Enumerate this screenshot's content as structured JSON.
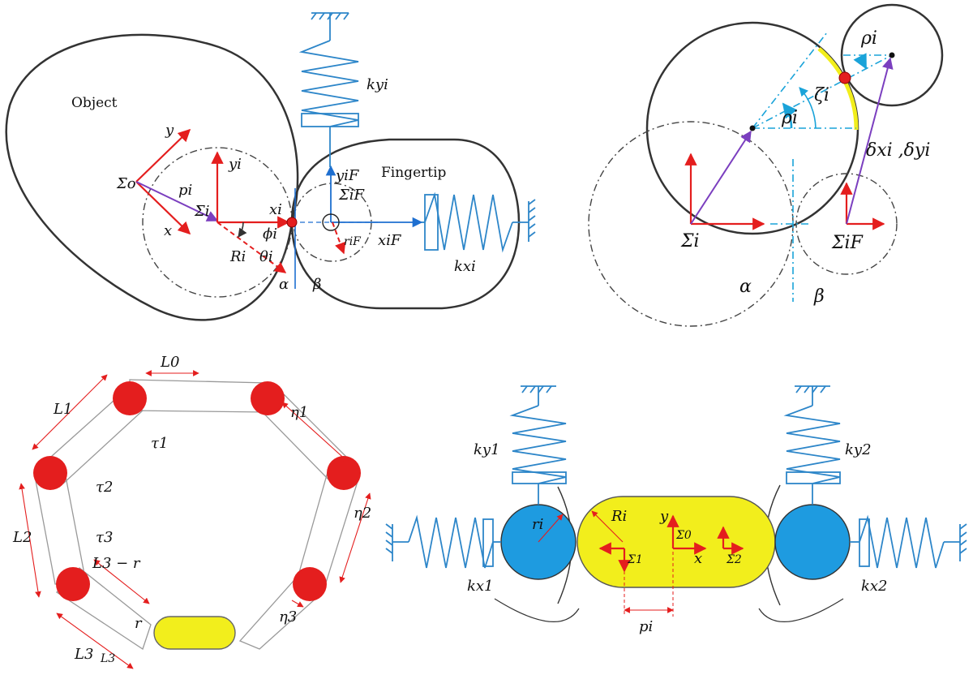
{
  "panel_a": {
    "object_label": "Object",
    "fingertip_label": "Fingertip",
    "sigma_o": "Σo",
    "y": "y",
    "x": "x",
    "p_i": "pi",
    "y_i": "yi",
    "sigma_i": "Σi",
    "x_i": "xi",
    "phi_i": "ϕi",
    "R_i": "Ri",
    "theta_i": "θi",
    "alpha": "α",
    "beta": "β",
    "y_i_F": "yiF",
    "sigma_i_F": "ΣiF",
    "r_i_F": "riF",
    "x_i_F": "xiF",
    "k_yi": "kyi",
    "k_xi": "kxi"
  },
  "panel_b": {
    "rho_i_top": "ρi",
    "zeta_i": "ζi",
    "rho_i": "ρi",
    "delta": "δxi ,δyi",
    "sigma_i": "Σi",
    "sigma_i_F": "ΣiF",
    "alpha": "α",
    "beta": "β"
  },
  "panel_c": {
    "L0": "L0",
    "L1": "L1",
    "L2": "L2",
    "L3": "L3",
    "L3_small": "L3",
    "L3_minus_r": "L3 − r",
    "r": "r",
    "tau1": "τ1",
    "tau2": "τ2",
    "tau3": "τ3",
    "eta1": "η1",
    "eta2": "η2",
    "eta3": "η3"
  },
  "panel_d": {
    "k_y1": "ky1",
    "k_y2": "ky2",
    "k_x1": "kx1",
    "k_x2": "kx2",
    "r_i": "ri",
    "R_i": "Ri",
    "y": "y",
    "x": "x",
    "sigma_1": "Σ1",
    "sigma_0": "Σ0",
    "sigma_2": "Σ2",
    "p_i": "pi"
  },
  "colors": {
    "contact_red": "#e41e1e",
    "fingertip_blue": "#1e9be0",
    "object_yellow": "#f2ee1c",
    "spring_blue": "#2d86c9",
    "vector_purple": "#7b3fbf"
  }
}
